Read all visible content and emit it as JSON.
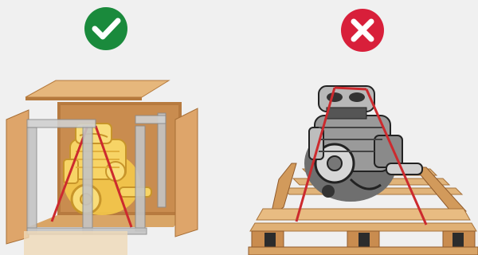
{
  "panels": [
    {
      "id": "correct",
      "verdict": "correct",
      "badge_icon": "checkmark-icon",
      "badge_color": "#1a8a3c",
      "subject": "engine-in-wooden-crate"
    },
    {
      "id": "incorrect",
      "verdict": "incorrect",
      "badge_icon": "x-mark-icon",
      "badge_color": "#d81f3a",
      "subject": "engine-strapped-to-pallet"
    }
  ],
  "colors": {
    "background": "#f0f0f0",
    "wood_light": "#e4b476",
    "wood_mid": "#d29a5b",
    "wood_dark": "#8f5a2b",
    "frame_gray": "#b8b8b8",
    "strap_red": "#cc2a2e",
    "engine_gold": "#f4c84a",
    "engine_gray": "#7d7d7d"
  }
}
